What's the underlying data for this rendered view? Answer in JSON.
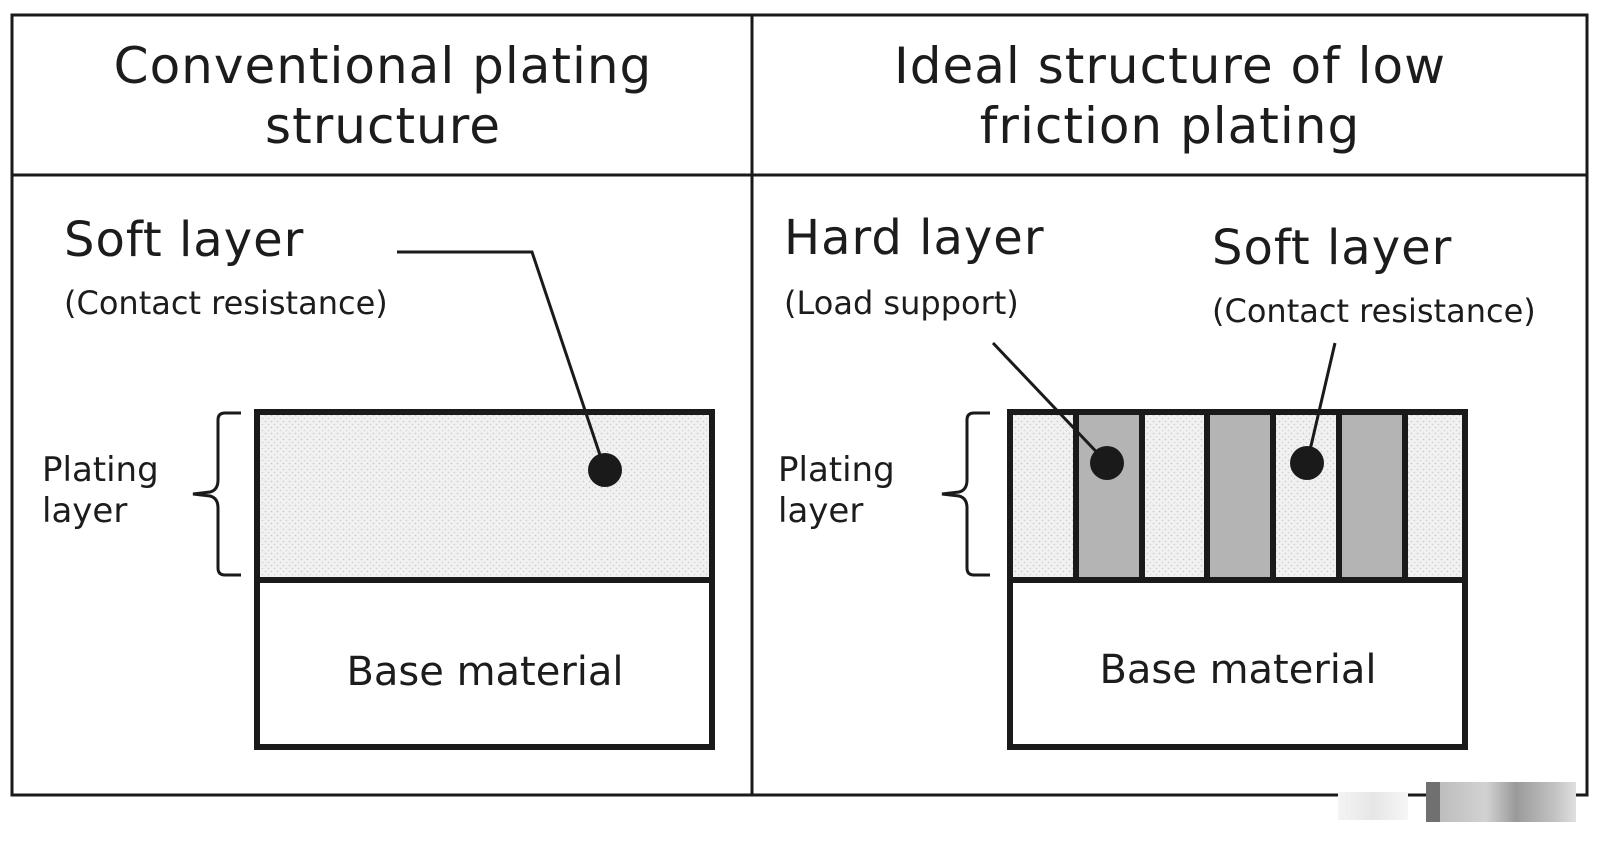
{
  "left_panel": {
    "title_line1": "Conventional plating",
    "title_line2": "structure",
    "soft_layer_label": "Soft layer",
    "soft_layer_note": "(Contact resistance)",
    "plating_layer_line1": "Plating",
    "plating_layer_line2": "layer",
    "base_material": "Base material"
  },
  "right_panel": {
    "title_line1": "Ideal structure of low",
    "title_line2": "friction plating",
    "hard_layer_label": "Hard layer",
    "hard_layer_note": "(Load support)",
    "soft_layer_label": "Soft layer",
    "soft_layer_note": "(Contact resistance)",
    "plating_layer_line1": "Plating",
    "plating_layer_line2": "layer",
    "base_material": "Base material"
  },
  "colors": {
    "line": "#1a1a1a",
    "soft_fill": "#ececec",
    "hard_fill": "#b4b4b4"
  }
}
